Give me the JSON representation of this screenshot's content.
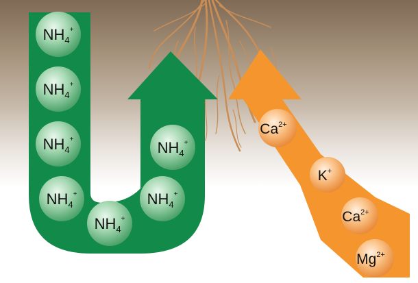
{
  "colors": {
    "soil_top": "#7f6a55",
    "soil_mid": "#b8a895",
    "background_bottom": "#ffffff",
    "arrow_green": "#128a4a",
    "arrow_orange": "#f4952e",
    "root_color": "#c98e57"
  },
  "ammonium_ions": [
    {
      "base": "NH",
      "sub": "4",
      "sup": "+"
    },
    {
      "base": "NH",
      "sub": "4",
      "sup": "+"
    },
    {
      "base": "NH",
      "sub": "4",
      "sup": "+"
    },
    {
      "base": "NH",
      "sub": "4",
      "sup": "+"
    },
    {
      "base": "NH",
      "sub": "4",
      "sup": "+"
    },
    {
      "base": "NH",
      "sub": "4",
      "sup": "+"
    },
    {
      "base": "NH",
      "sub": "4",
      "sup": "+"
    }
  ],
  "cations": [
    {
      "base": "Ca",
      "sup": "2+"
    },
    {
      "base": "K",
      "sup": "+"
    },
    {
      "base": "Ca",
      "sup": "2+"
    },
    {
      "base": "Mg",
      "sup": "2+"
    }
  ],
  "icons": {
    "green_arrow": "u-turn-arrow-icon",
    "orange_arrow": "upward-zigzag-arrow-icon",
    "roots": "plant-roots-icon"
  }
}
